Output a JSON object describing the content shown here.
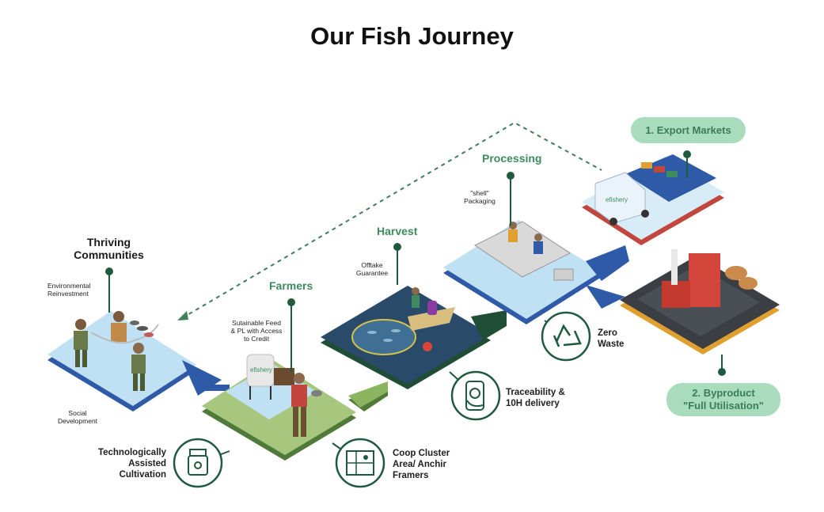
{
  "title": "Our Fish Journey",
  "stages": {
    "communities": "Thriving\nCommunities",
    "farmers": "Farmers",
    "harvest": "Harvest",
    "processing": "Processing"
  },
  "notes": {
    "environmental": "Environmental\nReinvestment",
    "social": "Social\nDevelopment",
    "feed": "Sutainable Feed\n& PL with Access\nto Credit",
    "offtake": "Offtake\nGuarantee",
    "packaging": "\"shell\"\nPackaging"
  },
  "icons": {
    "cultivation": "Technologically\nAssisted\nCultivation",
    "coop": "Coop Cluster\nArea/ Anchir\nFramers",
    "traceability": "Traceability &\n10H delivery",
    "waste": "Zero\nWaste"
  },
  "pills": {
    "export": "1. Export Markets",
    "byproduct": "2. Byproduct\n\"Full Utilisation\""
  },
  "truck_brand": "efishery",
  "colors": {
    "green": "#3d8b5e",
    "dark_green": "#1f4d36",
    "pill": "#a9dcbc",
    "blue": "#2f5aa8",
    "water": "#a9d6ef"
  }
}
